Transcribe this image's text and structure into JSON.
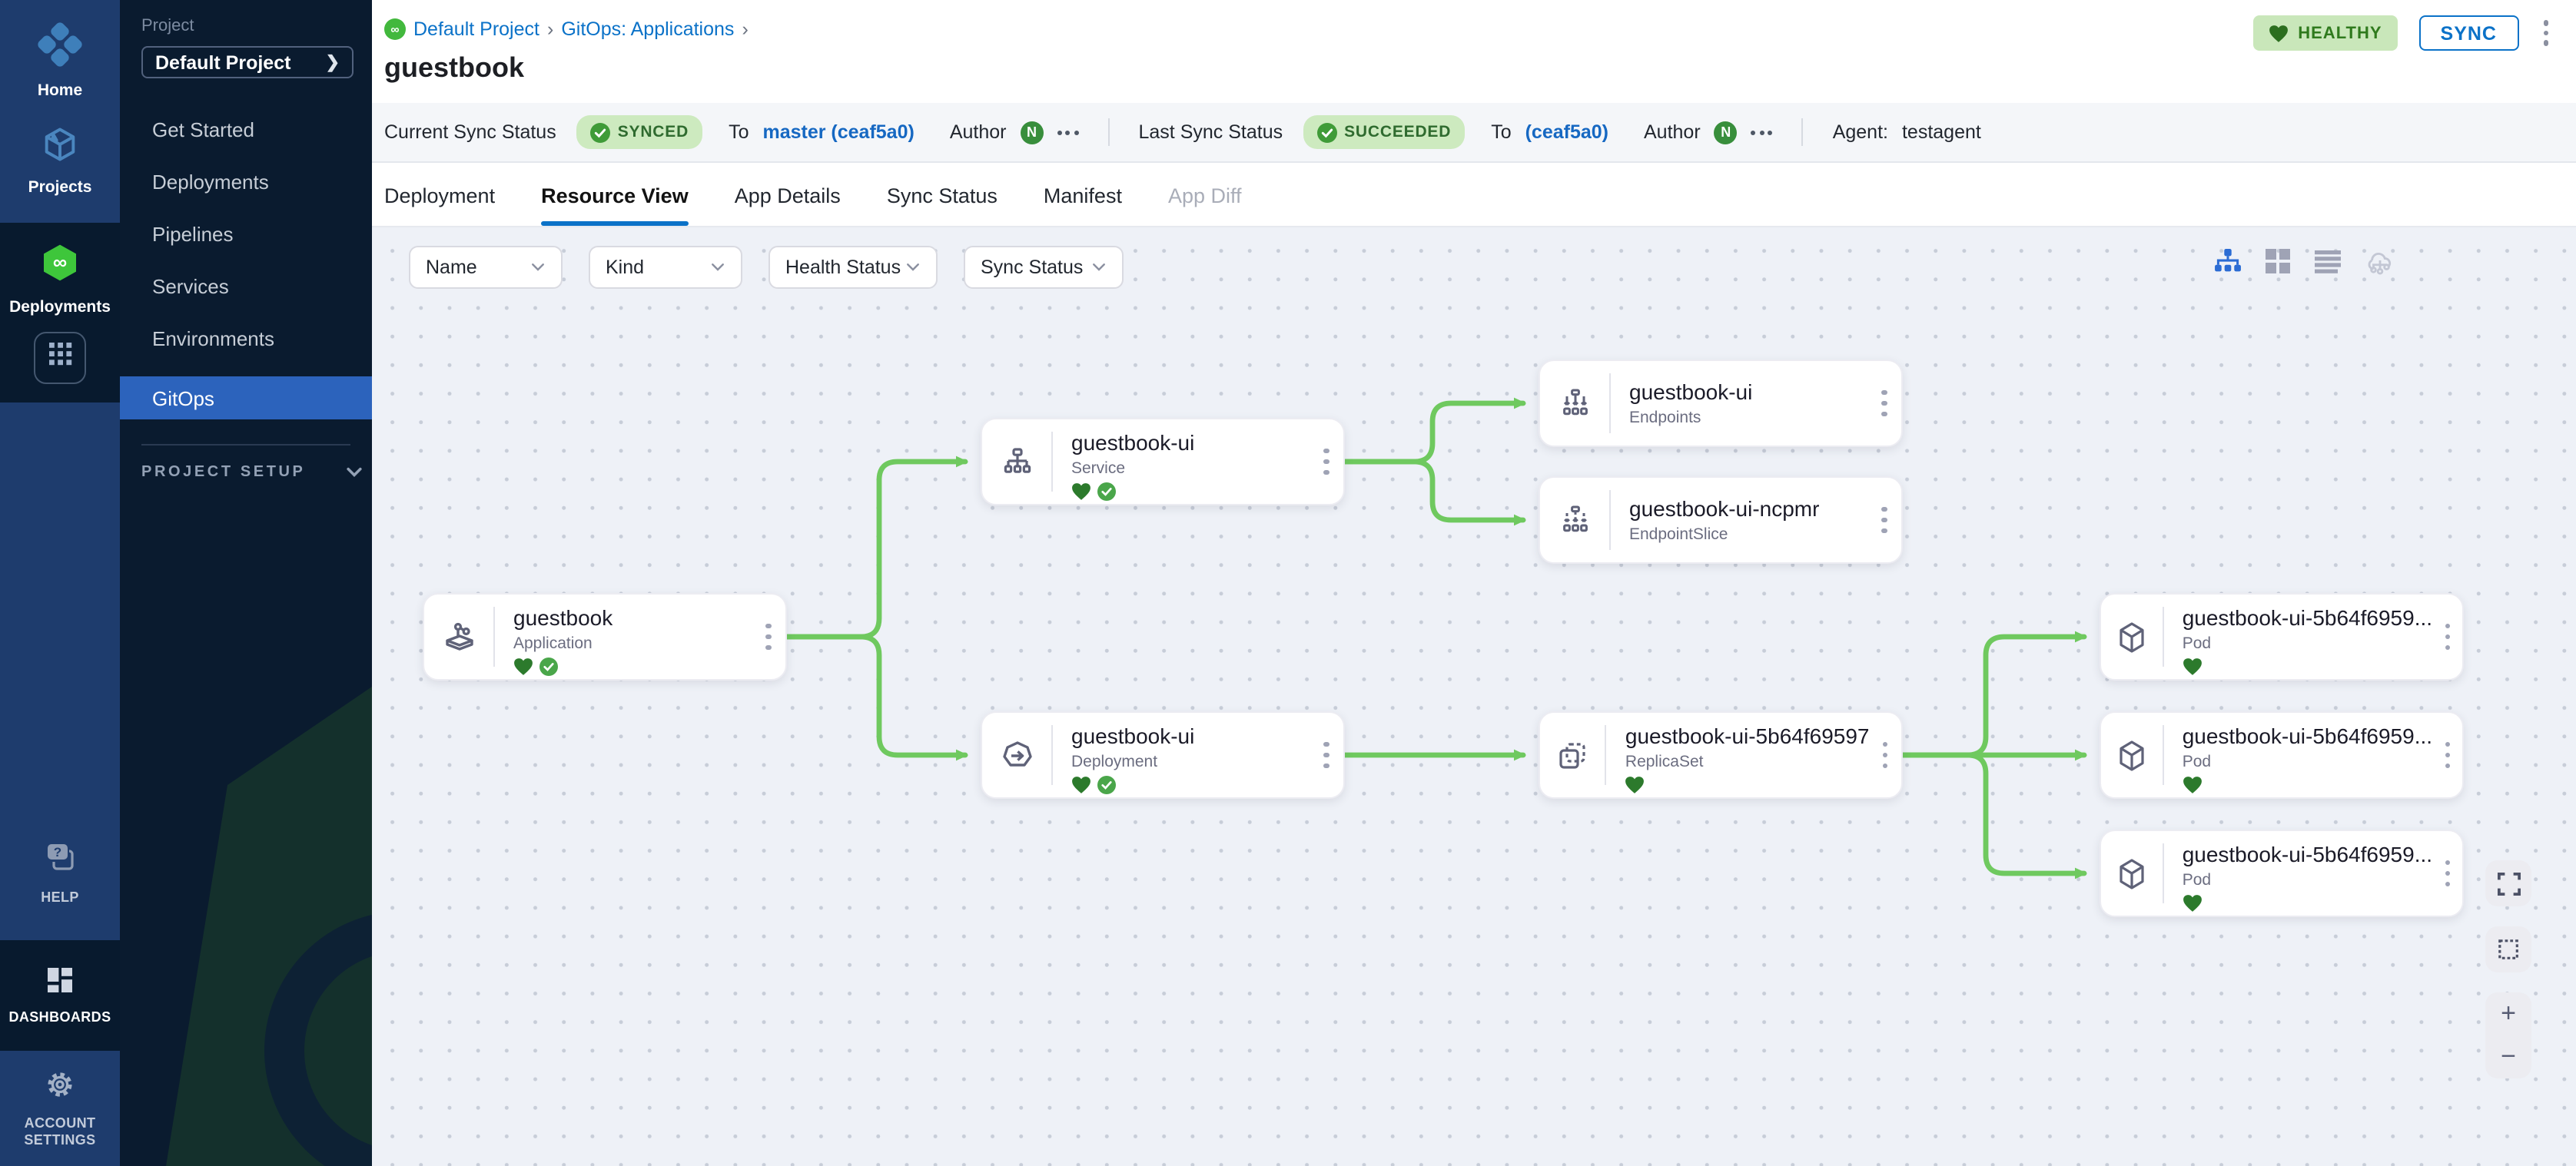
{
  "rail": {
    "home": "Home",
    "projects": "Projects",
    "deployments": "Deployments",
    "help": "HELP",
    "dashboards": "DASHBOARDS",
    "account_settings": "ACCOUNT SETTINGS"
  },
  "project_nav": {
    "section_label": "Project",
    "selected_project": "Default Project",
    "items": [
      {
        "label": "Get Started"
      },
      {
        "label": "Deployments"
      },
      {
        "label": "Pipelines"
      },
      {
        "label": "Services"
      },
      {
        "label": "Environments"
      },
      {
        "label": "GitOps"
      }
    ],
    "project_setup_label": "PROJECT SETUP"
  },
  "breadcrumb": {
    "items": [
      {
        "label": "Default Project"
      },
      {
        "label": "GitOps: Applications"
      }
    ],
    "separator": "›"
  },
  "page": {
    "title": "guestbook"
  },
  "header_actions": {
    "health_badge": "HEALTHY",
    "sync_button": "SYNC"
  },
  "status_bar": {
    "current": {
      "label": "Current Sync Status",
      "badge": "SYNCED",
      "to_label": "To",
      "target": "master (ceaf5a0)",
      "author_label": "Author",
      "author_initial": "N"
    },
    "last": {
      "label": "Last Sync Status",
      "badge": "SUCCEEDED",
      "to_label": "To",
      "target": "(ceaf5a0)",
      "author_label": "Author",
      "author_initial": "N"
    },
    "agent": {
      "label": "Agent:",
      "value": "testagent"
    }
  },
  "tabs": [
    {
      "label": "Deployment"
    },
    {
      "label": "Resource View"
    },
    {
      "label": "App Details"
    },
    {
      "label": "Sync Status"
    },
    {
      "label": "Manifest"
    },
    {
      "label": "App Diff"
    }
  ],
  "filters": [
    {
      "label": "Name"
    },
    {
      "label": "Kind"
    },
    {
      "label": "Health Status"
    },
    {
      "label": "Sync Status"
    }
  ],
  "graph": {
    "nodes": [
      {
        "name": "guestbook",
        "kind": "Application"
      },
      {
        "name": "guestbook-ui",
        "kind": "Service"
      },
      {
        "name": "guestbook-ui",
        "kind": "Endpoints"
      },
      {
        "name": "guestbook-ui-ncpmr",
        "kind": "EndpointSlice"
      },
      {
        "name": "guestbook-ui",
        "kind": "Deployment"
      },
      {
        "name": "guestbook-ui-5b64f69597",
        "kind": "ReplicaSet"
      },
      {
        "name": "guestbook-ui-5b64f6959...",
        "kind": "Pod"
      },
      {
        "name": "guestbook-ui-5b64f6959...",
        "kind": "Pod"
      },
      {
        "name": "guestbook-ui-5b64f6959...",
        "kind": "Pod"
      }
    ]
  },
  "zoom_controls": {
    "zoom_in": "+",
    "zoom_out": "−"
  },
  "colors": {
    "accent_blue": "#0b72c8",
    "edge_green": "#6fc95f",
    "badge_green_bg": "#cdeabf",
    "badge_green_text": "#2f6b2f",
    "heart_green": "#2c7a2c",
    "check_green": "#4aa64a"
  }
}
